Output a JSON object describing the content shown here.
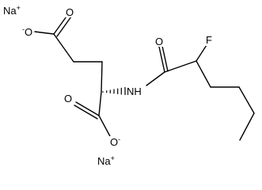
{
  "molecule": {
    "atoms": {
      "na_top": {
        "symbol": "Na",
        "charge": "+"
      },
      "na_bottom": {
        "symbol": "Na",
        "charge": "+"
      },
      "o_side_carbonyl": {
        "symbol": "O"
      },
      "o_side_minus": {
        "symbol": "O",
        "charge": "-"
      },
      "o_amide": {
        "symbol": "O"
      },
      "f": {
        "symbol": "F"
      },
      "nh": {
        "symbol": "NH"
      },
      "o_alpha_carbonyl": {
        "symbol": "O"
      },
      "o_alpha_minus": {
        "symbol": "O",
        "charge": "-"
      }
    }
  }
}
